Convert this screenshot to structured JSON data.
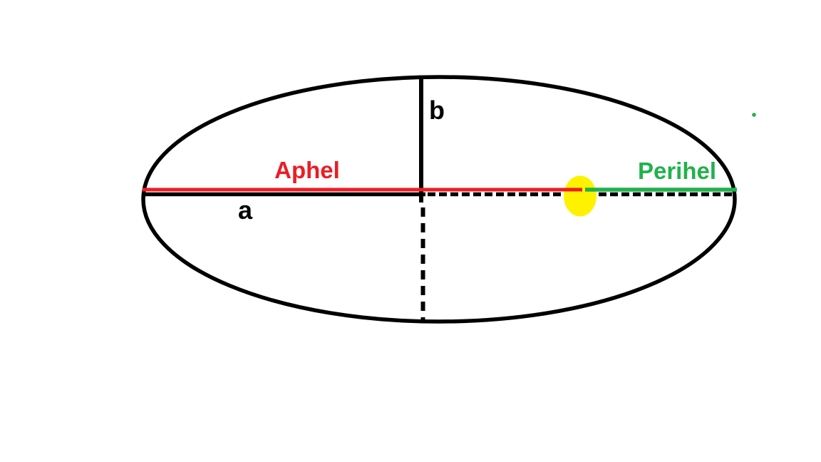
{
  "figure": {
    "description": "Hand-drawn ellipse orbit diagram showing aphelion and perihelion distances from the sun",
    "background_color": "#ffffff",
    "labels": {
      "aphelion": "Aphel",
      "perihelion": "Perihel",
      "semi_major_axis": "a",
      "semi_minor_axis": "b"
    },
    "colors": {
      "outline": "#000000",
      "axis_black": "#000000",
      "aphelion_red": "#ed1c24",
      "perihelion_green": "#22b14c",
      "sun_yellow": "#fff200",
      "stray_dot_green": "#22b14c",
      "label_black": "#000000"
    }
  }
}
